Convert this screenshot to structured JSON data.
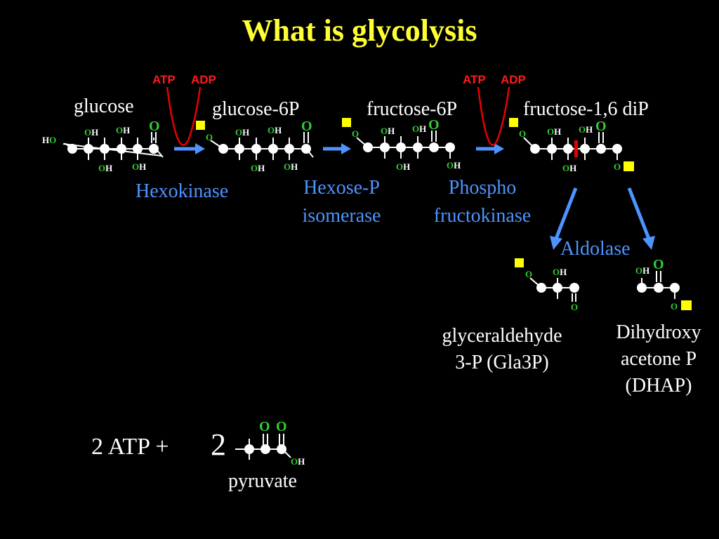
{
  "title": "What is glycolysis",
  "molecules": {
    "glucose": "glucose",
    "glucose_6p": "glucose-6P",
    "fructose_6p": "fructose-6P",
    "fructose_16dip": "fructose-1,6 diP",
    "gla3p_line1": "glyceraldehyde",
    "gla3p_line2": "3-P (Gla3P)",
    "dhap_line1": "Dihydroxy",
    "dhap_line2": "acetone P",
    "dhap_line3": "(DHAP)",
    "pyruvate": "pyruvate"
  },
  "enzymes": {
    "hexokinase": "Hexokinase",
    "isomerase_line1": "Hexose-P",
    "isomerase_line2": "isomerase",
    "pfk_line1": "Phospho",
    "pfk_line2": "fructokinase",
    "aldolase": "Aldolase"
  },
  "cofactors": {
    "atp1": "ATP",
    "adp1": "ADP",
    "atp2": "ATP",
    "adp2": "ADP"
  },
  "yield": {
    "prefix": "2 ATP +",
    "count": "2"
  },
  "atoms": {
    "o": "O",
    "h": "H"
  },
  "colors": {
    "background": "#000000",
    "title": "#ffff33",
    "enzyme": "#4d94ff",
    "cofactor": "#ff1a1a",
    "oxygen": "#33cc33",
    "phosphate": "#ffff00"
  }
}
